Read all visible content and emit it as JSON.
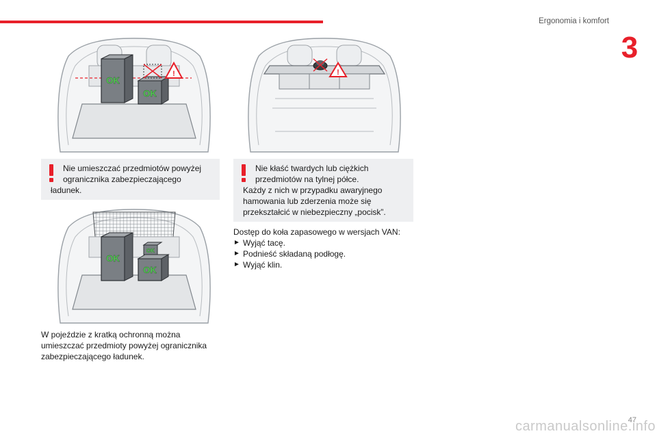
{
  "header": {
    "section_title": "Ergonomia i komfort",
    "chapter_number": "3",
    "accent_color": "#e8202a"
  },
  "illustrations": {
    "cargo_stack": {
      "badges": [
        "OK",
        "OK"
      ]
    },
    "rear_shelf": {
      "badges": []
    },
    "cargo_net": {
      "badges": [
        "OK",
        "OK",
        "OK"
      ]
    }
  },
  "warnings": [
    {
      "icon": "exclamation-icon",
      "lead": "Nie umieszczać przedmiotów powyżej ogranicznika zabezpieczającego",
      "rest": "ładunek."
    },
    {
      "icon": "exclamation-icon",
      "lead": "Nie kłaść twardych lub ciężkich przedmiotów na tylnej półce.",
      "rest": "Każdy z nich w przypadku awaryjnego hamowania lub zderzenia może się przekształcić w niebezpieczny „pocisk”."
    }
  ],
  "net_paragraph": "W pojeździe z kratką ochronną można umieszczać przedmioty powyżej ogranicznika zabezpieczającego ładunek.",
  "spare_wheel": {
    "intro": "Dostęp do koła zapasowego w wersjach VAN:",
    "steps": [
      "Wyjąć tacę.",
      "Podnieść składaną podłogę.",
      "Wyjąć klin."
    ]
  },
  "footer": {
    "page_number": "47",
    "watermark": "carmanualsonline.info"
  }
}
